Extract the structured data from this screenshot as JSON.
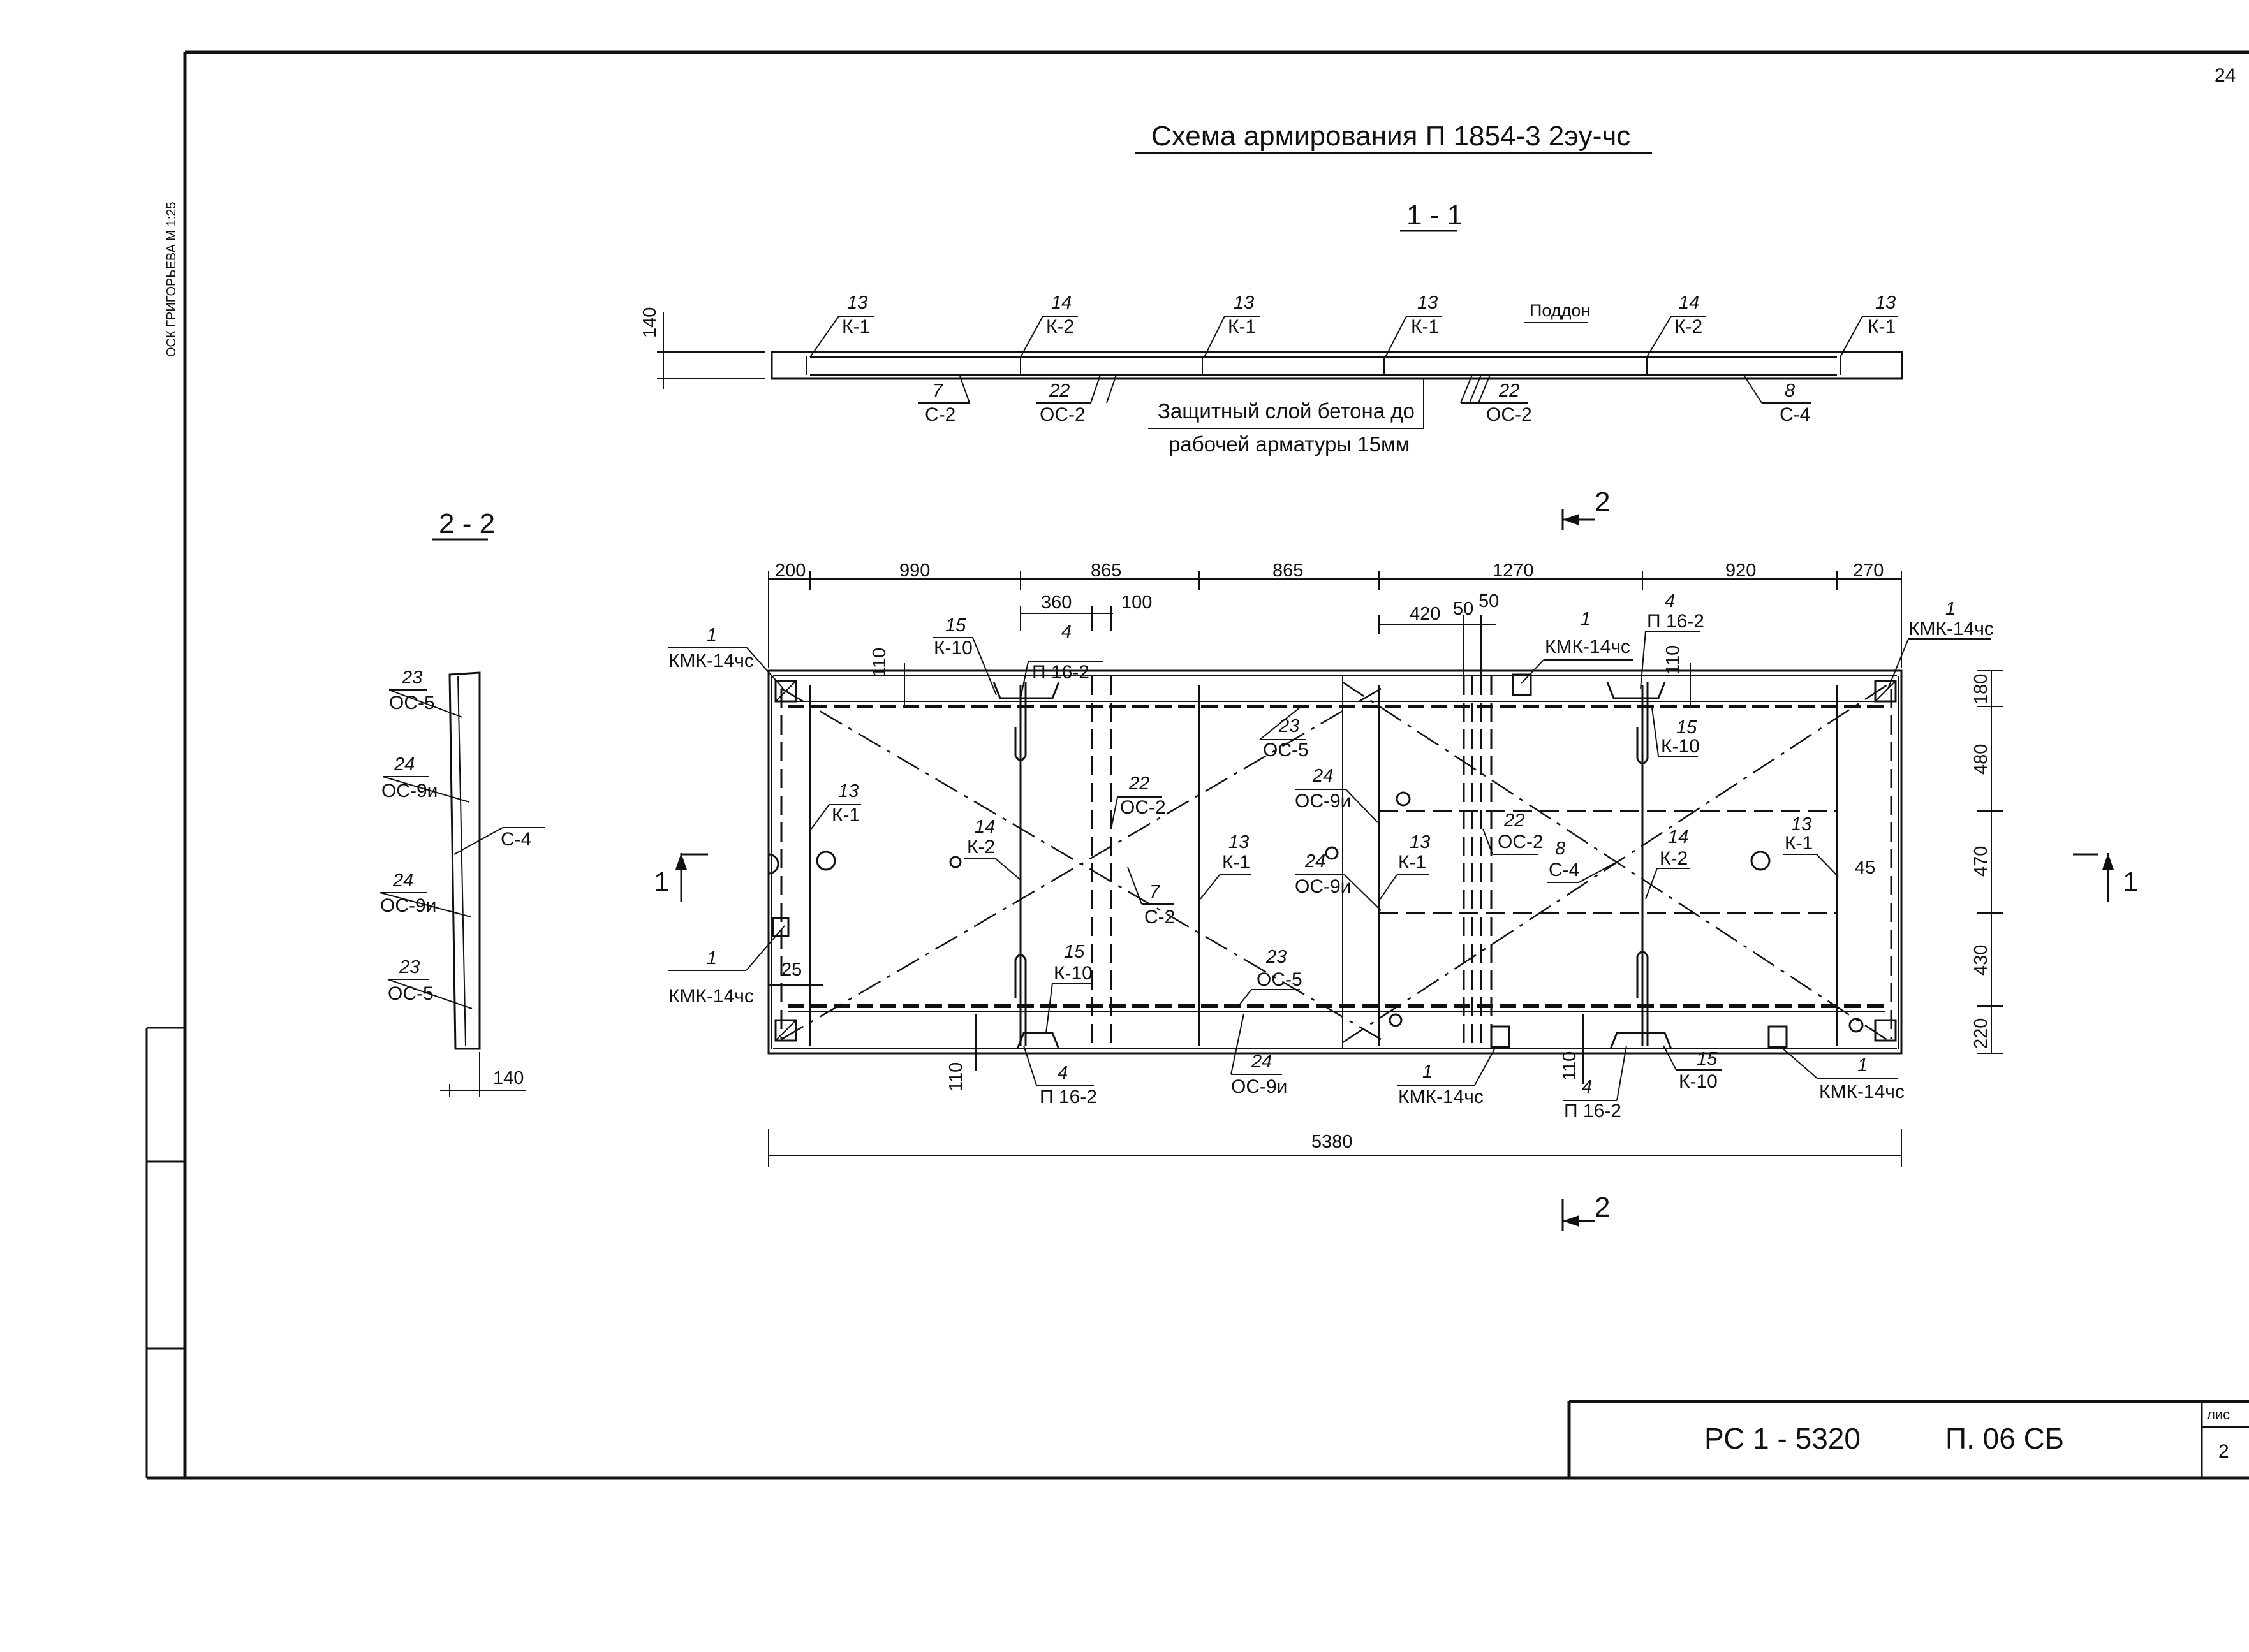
{
  "sheet": {
    "page_number": "24",
    "title": "Схема армирования  П 1854-3 2эу-чс",
    "side_stamp": "ОСК  ГРИГОРЬЕВА   М 1:25",
    "code": "РС 1 - 5320",
    "doc": "П. 06 СБ",
    "list_label": "лис",
    "list_number": "2"
  },
  "section_1_1": {
    "title": "1 - 1",
    "height_dim": "140",
    "pallet_label": "Поддон",
    "note_line1": "Защитный слой  бетона до",
    "note_line2": "рабочей арматуры  15мм",
    "callouts": [
      {
        "num": "13",
        "mark": "К-1"
      },
      {
        "num": "14",
        "mark": "К-2"
      },
      {
        "num": "13",
        "mark": "К-1"
      },
      {
        "num": "13",
        "mark": "К-1"
      },
      {
        "num": "14",
        "mark": "К-2"
      },
      {
        "num": "13",
        "mark": "К-1"
      },
      {
        "num": "7",
        "mark": "С-2"
      },
      {
        "num": "22",
        "mark": "ОС-2"
      },
      {
        "num": "22",
        "mark": "ОС-2"
      },
      {
        "num": "8",
        "mark": "С-4"
      }
    ]
  },
  "section_2_2": {
    "title": "2 - 2",
    "width_dim": "140",
    "callouts": [
      {
        "num": "23",
        "mark": "ОС-5"
      },
      {
        "num": "24",
        "mark": "ОС-9и"
      },
      {
        "num": "",
        "mark": "С-4"
      },
      {
        "num": "24",
        "mark": "ОС-9и"
      },
      {
        "num": "23",
        "mark": "ОС-5"
      }
    ]
  },
  "plan": {
    "section_mark_1": "1",
    "section_mark_2": "2",
    "top_dims": [
      "200",
      "990",
      "865",
      "865",
      "1270",
      "920",
      "270"
    ],
    "sub_dims": [
      "360",
      "100",
      "420",
      "50",
      "50"
    ],
    "right_dims": [
      "180",
      "480",
      "470",
      "430",
      "220"
    ],
    "overall_length": "5380",
    "small_dims": [
      "110",
      "110",
      "110",
      "110",
      "25",
      "45"
    ],
    "callouts": [
      {
        "num": "1",
        "mark": "КМК-14чс"
      },
      {
        "num": "15",
        "mark": "К-10"
      },
      {
        "num": "4",
        "mark": "П 16-2"
      },
      {
        "num": "1",
        "mark": "КМК-14чс"
      },
      {
        "num": "4",
        "mark": "П 16-2"
      },
      {
        "num": "1",
        "mark": "КМК-14чс"
      },
      {
        "num": "15",
        "mark": "К-10"
      },
      {
        "num": "23",
        "mark": "ОС-5"
      },
      {
        "num": "13",
        "mark": "К-1"
      },
      {
        "num": "14",
        "mark": "К-2"
      },
      {
        "num": "22",
        "mark": "ОС-2"
      },
      {
        "num": "24",
        "mark": "ОС-9и"
      },
      {
        "num": "13",
        "mark": "К-1"
      },
      {
        "num": "7",
        "mark": "С-2"
      },
      {
        "num": "24",
        "mark": "ОС-9и"
      },
      {
        "num": "13",
        "mark": "К-1"
      },
      {
        "num": "22",
        "mark": "ОС-2"
      },
      {
        "num": "8",
        "mark": "С-4"
      },
      {
        "num": "14",
        "mark": "К-2"
      },
      {
        "num": "13",
        "mark": "К-1"
      },
      {
        "num": "1",
        "mark": "КМК-14чс"
      },
      {
        "num": "15",
        "mark": "К-10"
      },
      {
        "num": "23",
        "mark": "ОС-5"
      },
      {
        "num": "4",
        "mark": "П 16-2"
      },
      {
        "num": "24",
        "mark": "ОС-9и"
      },
      {
        "num": "1",
        "mark": "КМК-14чс"
      },
      {
        "num": "4",
        "mark": "П 16-2"
      },
      {
        "num": "15",
        "mark": "К-10"
      },
      {
        "num": "1",
        "mark": "КМК-14чс"
      }
    ]
  }
}
